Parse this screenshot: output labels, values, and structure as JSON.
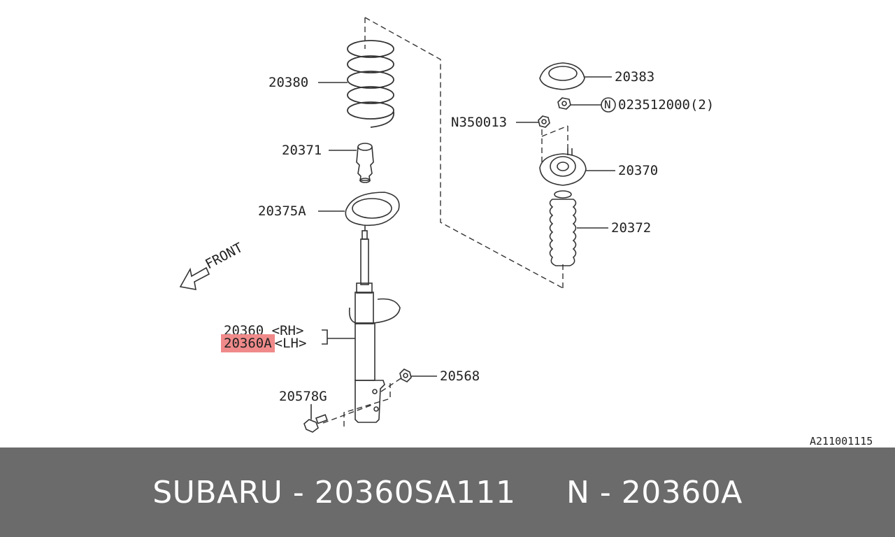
{
  "labels": {
    "spring": "20380",
    "bump_stop": "20371",
    "spring_seat": "20375A",
    "strut_rh": "20360 <RH>",
    "strut_lh_part": "20360A",
    "strut_lh_side": "<LH>",
    "bolt": "20578G",
    "nut": "20568",
    "mount_plate": "20383",
    "flange_nut": "023512000(2)",
    "nut_left": "N350013",
    "strut_mount": "20370",
    "dust_boot": "20372",
    "front": "FRONT",
    "n_circle": "N"
  },
  "diagram_ref": "A211001115",
  "footer": {
    "text": "SUBARU - 20360SA111     N - 20360A"
  },
  "colors": {
    "highlight": "#f08a8a",
    "footer_bg": "#6b6b6b",
    "footer_text": "#ffffff",
    "line": "#333333"
  }
}
